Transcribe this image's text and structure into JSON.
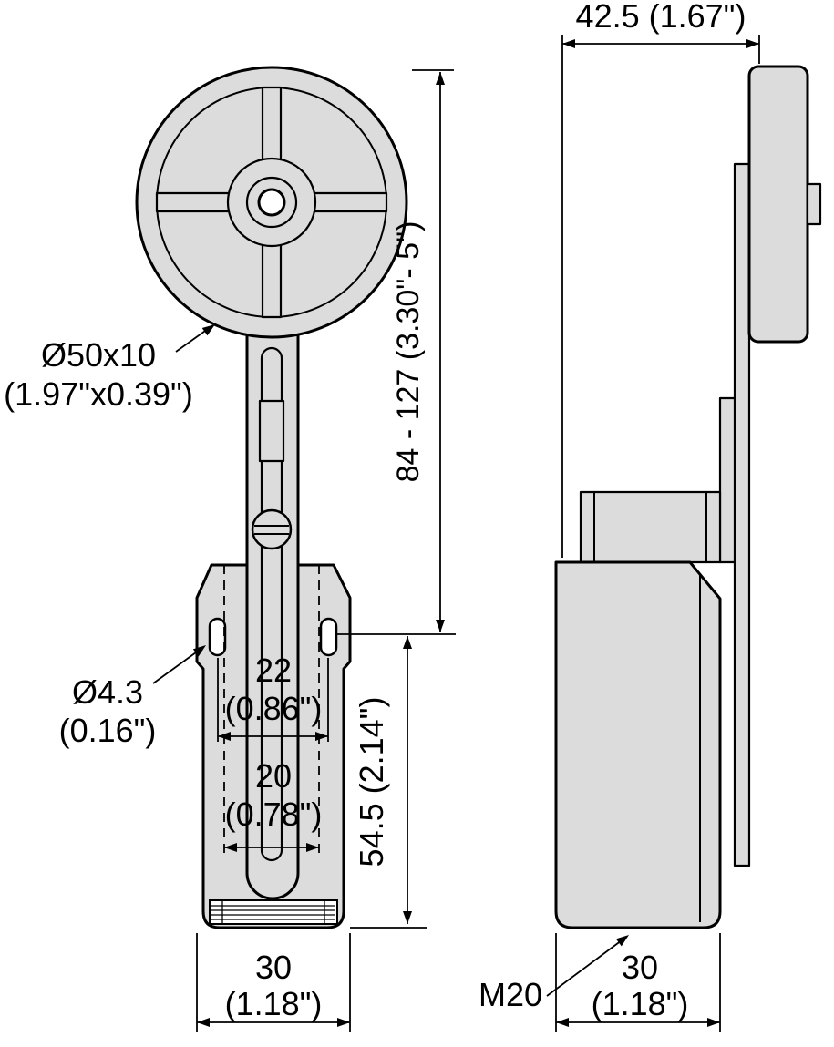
{
  "title": "Roller lever limit switch dimensional drawing",
  "front_view": {
    "roller_label_line1": "Ø50x10",
    "roller_label_line2": "(1.97\"x0.39\")",
    "lever_range_label": "84 - 127 (3.30\"- 5\")",
    "hole_label_line1": "Ø4.3",
    "hole_label_line2": "(0.16\")",
    "hole_spacing_value": "22",
    "hole_spacing_inches": "(0.86\")",
    "slot_width_value": "20",
    "slot_width_inches": "(0.78\")",
    "body_height_label": "54.5 (2.14\")",
    "body_width_value": "30",
    "body_width_inches": "(1.18\")"
  },
  "side_view": {
    "depth_label": "42.5 (1.67\")",
    "thread_label": "M20",
    "body_width_value": "30",
    "body_width_inches": "(1.18\")"
  }
}
